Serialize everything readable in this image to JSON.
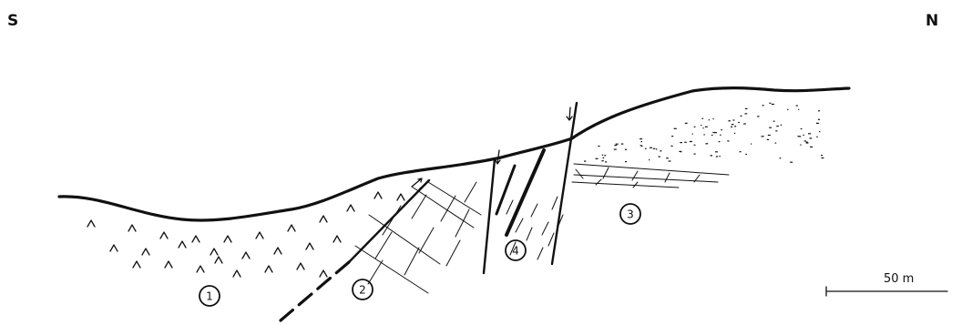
{
  "orientation": {
    "south": "S",
    "north": "N"
  },
  "units": [
    {
      "id": "unit-1",
      "label": "1"
    },
    {
      "id": "unit-2",
      "label": "2"
    },
    {
      "id": "unit-3",
      "label": "3"
    },
    {
      "id": "unit-4",
      "label": "4"
    }
  ],
  "scale_bar": {
    "label": "50 m"
  }
}
